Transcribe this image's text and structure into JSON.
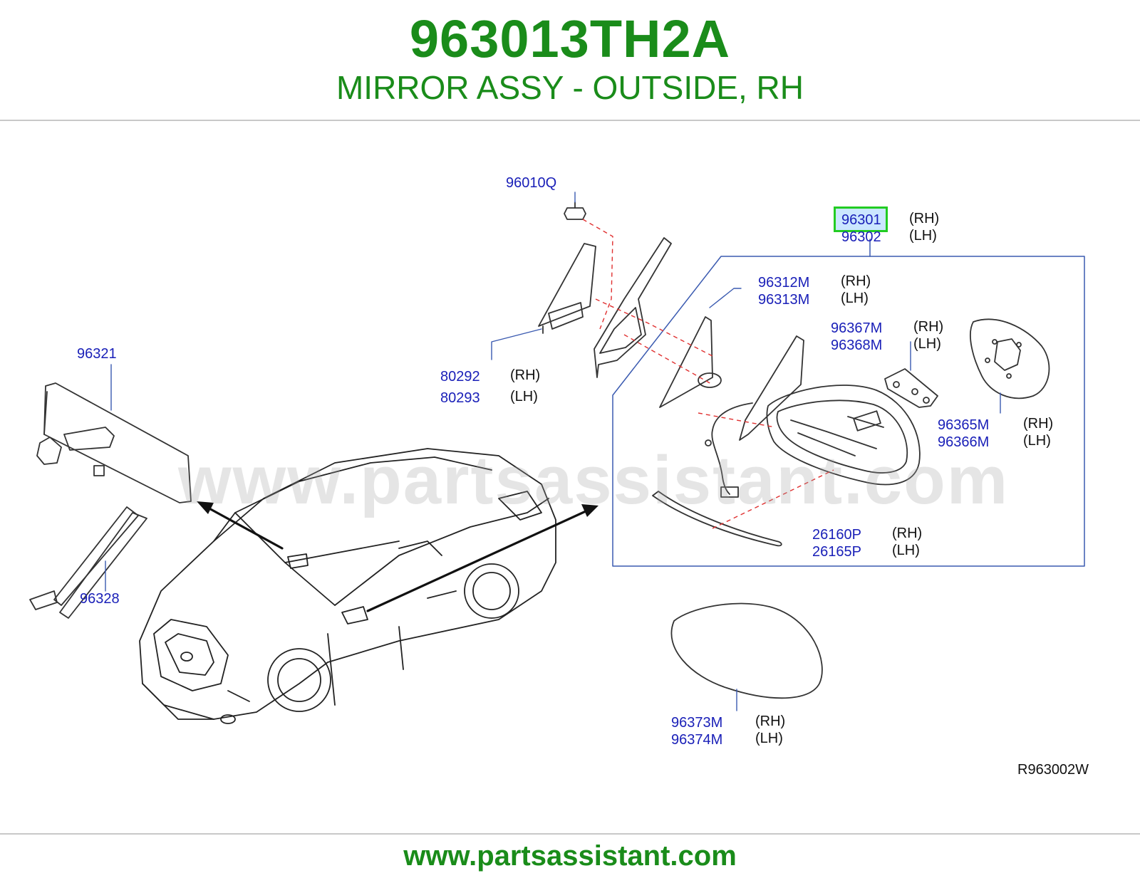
{
  "header": {
    "part_number": "963013TH2A",
    "description": "MIRROR ASSY - OUTSIDE, RH"
  },
  "watermark": "www.partsassistant.com",
  "footer": {
    "url": "www.partsassistant.com"
  },
  "diagram": {
    "reference_code": "R963002W",
    "highlighted_part": "96301",
    "labels": {
      "p96010Q": "96010Q",
      "p96301": "96301",
      "p96302": "96302",
      "p96312M": "96312M",
      "p96313M": "96313M",
      "p96367M": "96367M",
      "p96368M": "96368M",
      "p96365M": "96365M",
      "p96366M": "96366M",
      "p26160P": "26160P",
      "p26165P": "26165P",
      "p96321": "96321",
      "p80292": "80292",
      "p80293": "80293",
      "p96328": "96328",
      "p96373M": "96373M",
      "p96374M": "96374M"
    },
    "sides": {
      "rh": "(RH)",
      "lh": "(LH)"
    }
  },
  "colors": {
    "brand_green": "#1a8c1a",
    "label_blue": "#1a20b8",
    "highlight_border": "#22cc22",
    "leader_dash_red": "#e03030"
  }
}
